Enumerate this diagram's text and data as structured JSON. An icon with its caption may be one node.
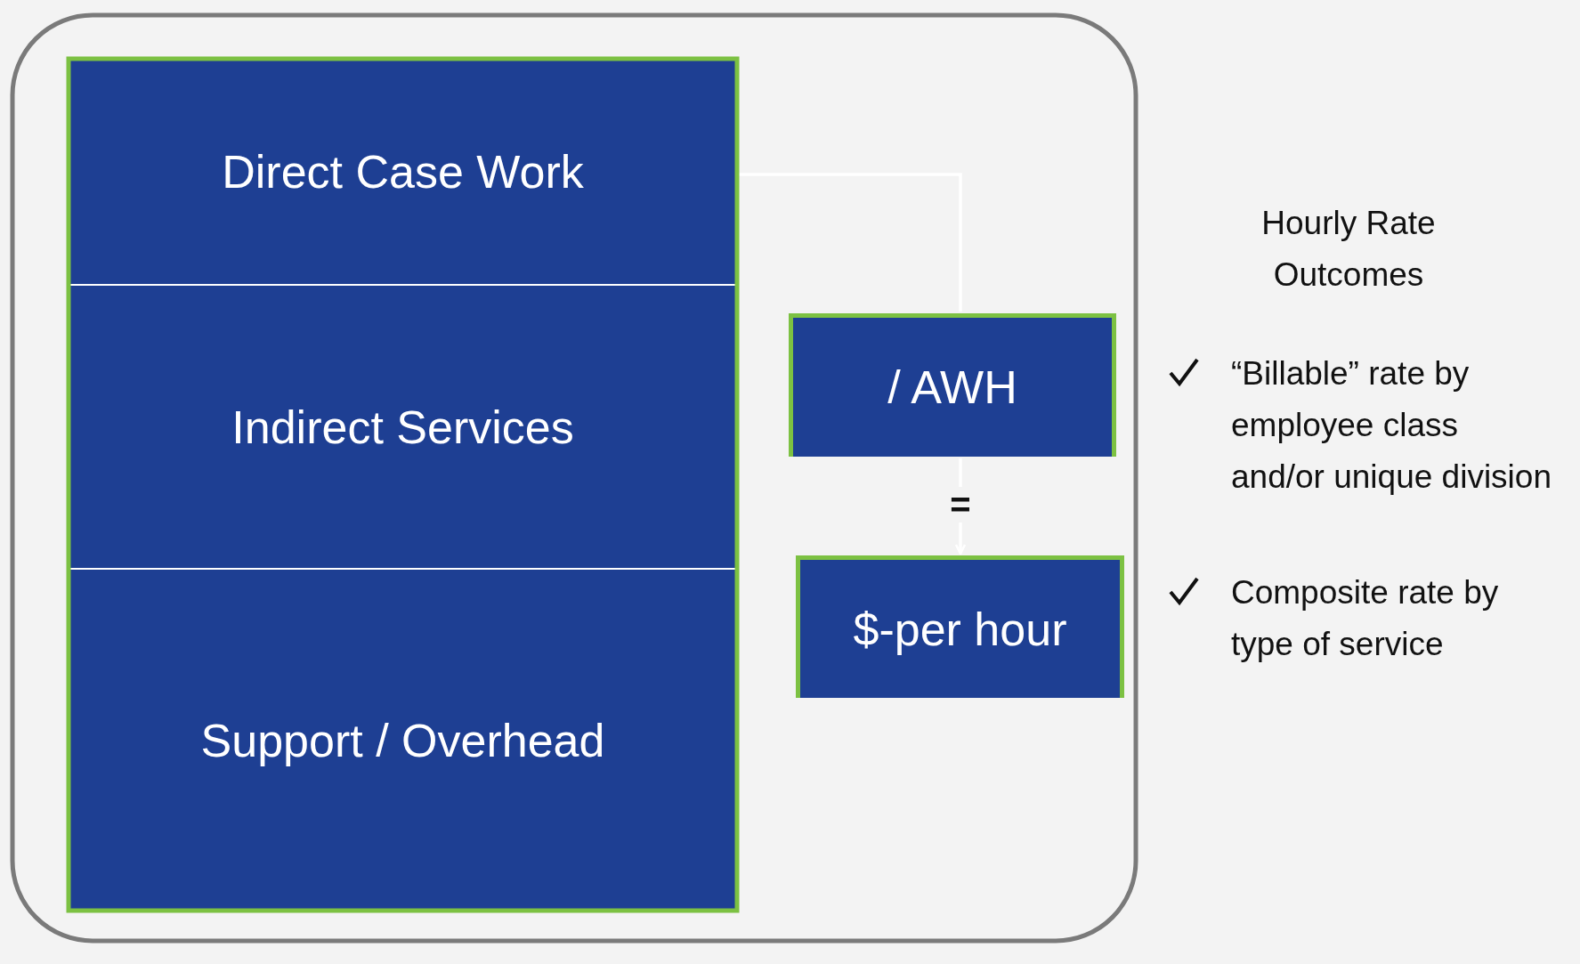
{
  "diagram": {
    "nodes": [
      {
        "text": [
          "Direct Case Work"
        ]
      },
      {
        "text": [
          "Indirect Services"
        ]
      },
      {
        "text": [
          "Support / Overhead"
        ]
      },
      {
        "text": [
          "/ AWH"
        ]
      },
      {
        "text": [
          "$-per hour"
        ]
      }
    ],
    "edges": [
      {
        "from": 0,
        "to": 3,
        "arrow": "none"
      },
      {
        "from": 3,
        "to": 4,
        "arrow": "to",
        "label": "="
      }
    ],
    "labels": [
      "Hourly Rate Outcomes",
      "“Billable” rate by employee class and/or unique division",
      "Composite rate by type of service"
    ]
  }
}
